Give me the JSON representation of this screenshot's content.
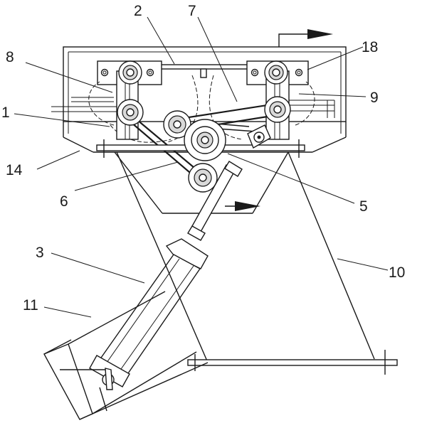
{
  "labels": {
    "l1": "1",
    "l2": "2",
    "l3": "3",
    "l5": "5",
    "l6": "6",
    "l7": "7",
    "l8": "8",
    "l9": "9",
    "l10": "10",
    "l11": "11",
    "l14": "14",
    "l18": "18"
  },
  "colors": {
    "line": "#1a1a1a",
    "background": "#ffffff",
    "shade": "#d9d9d9"
  }
}
